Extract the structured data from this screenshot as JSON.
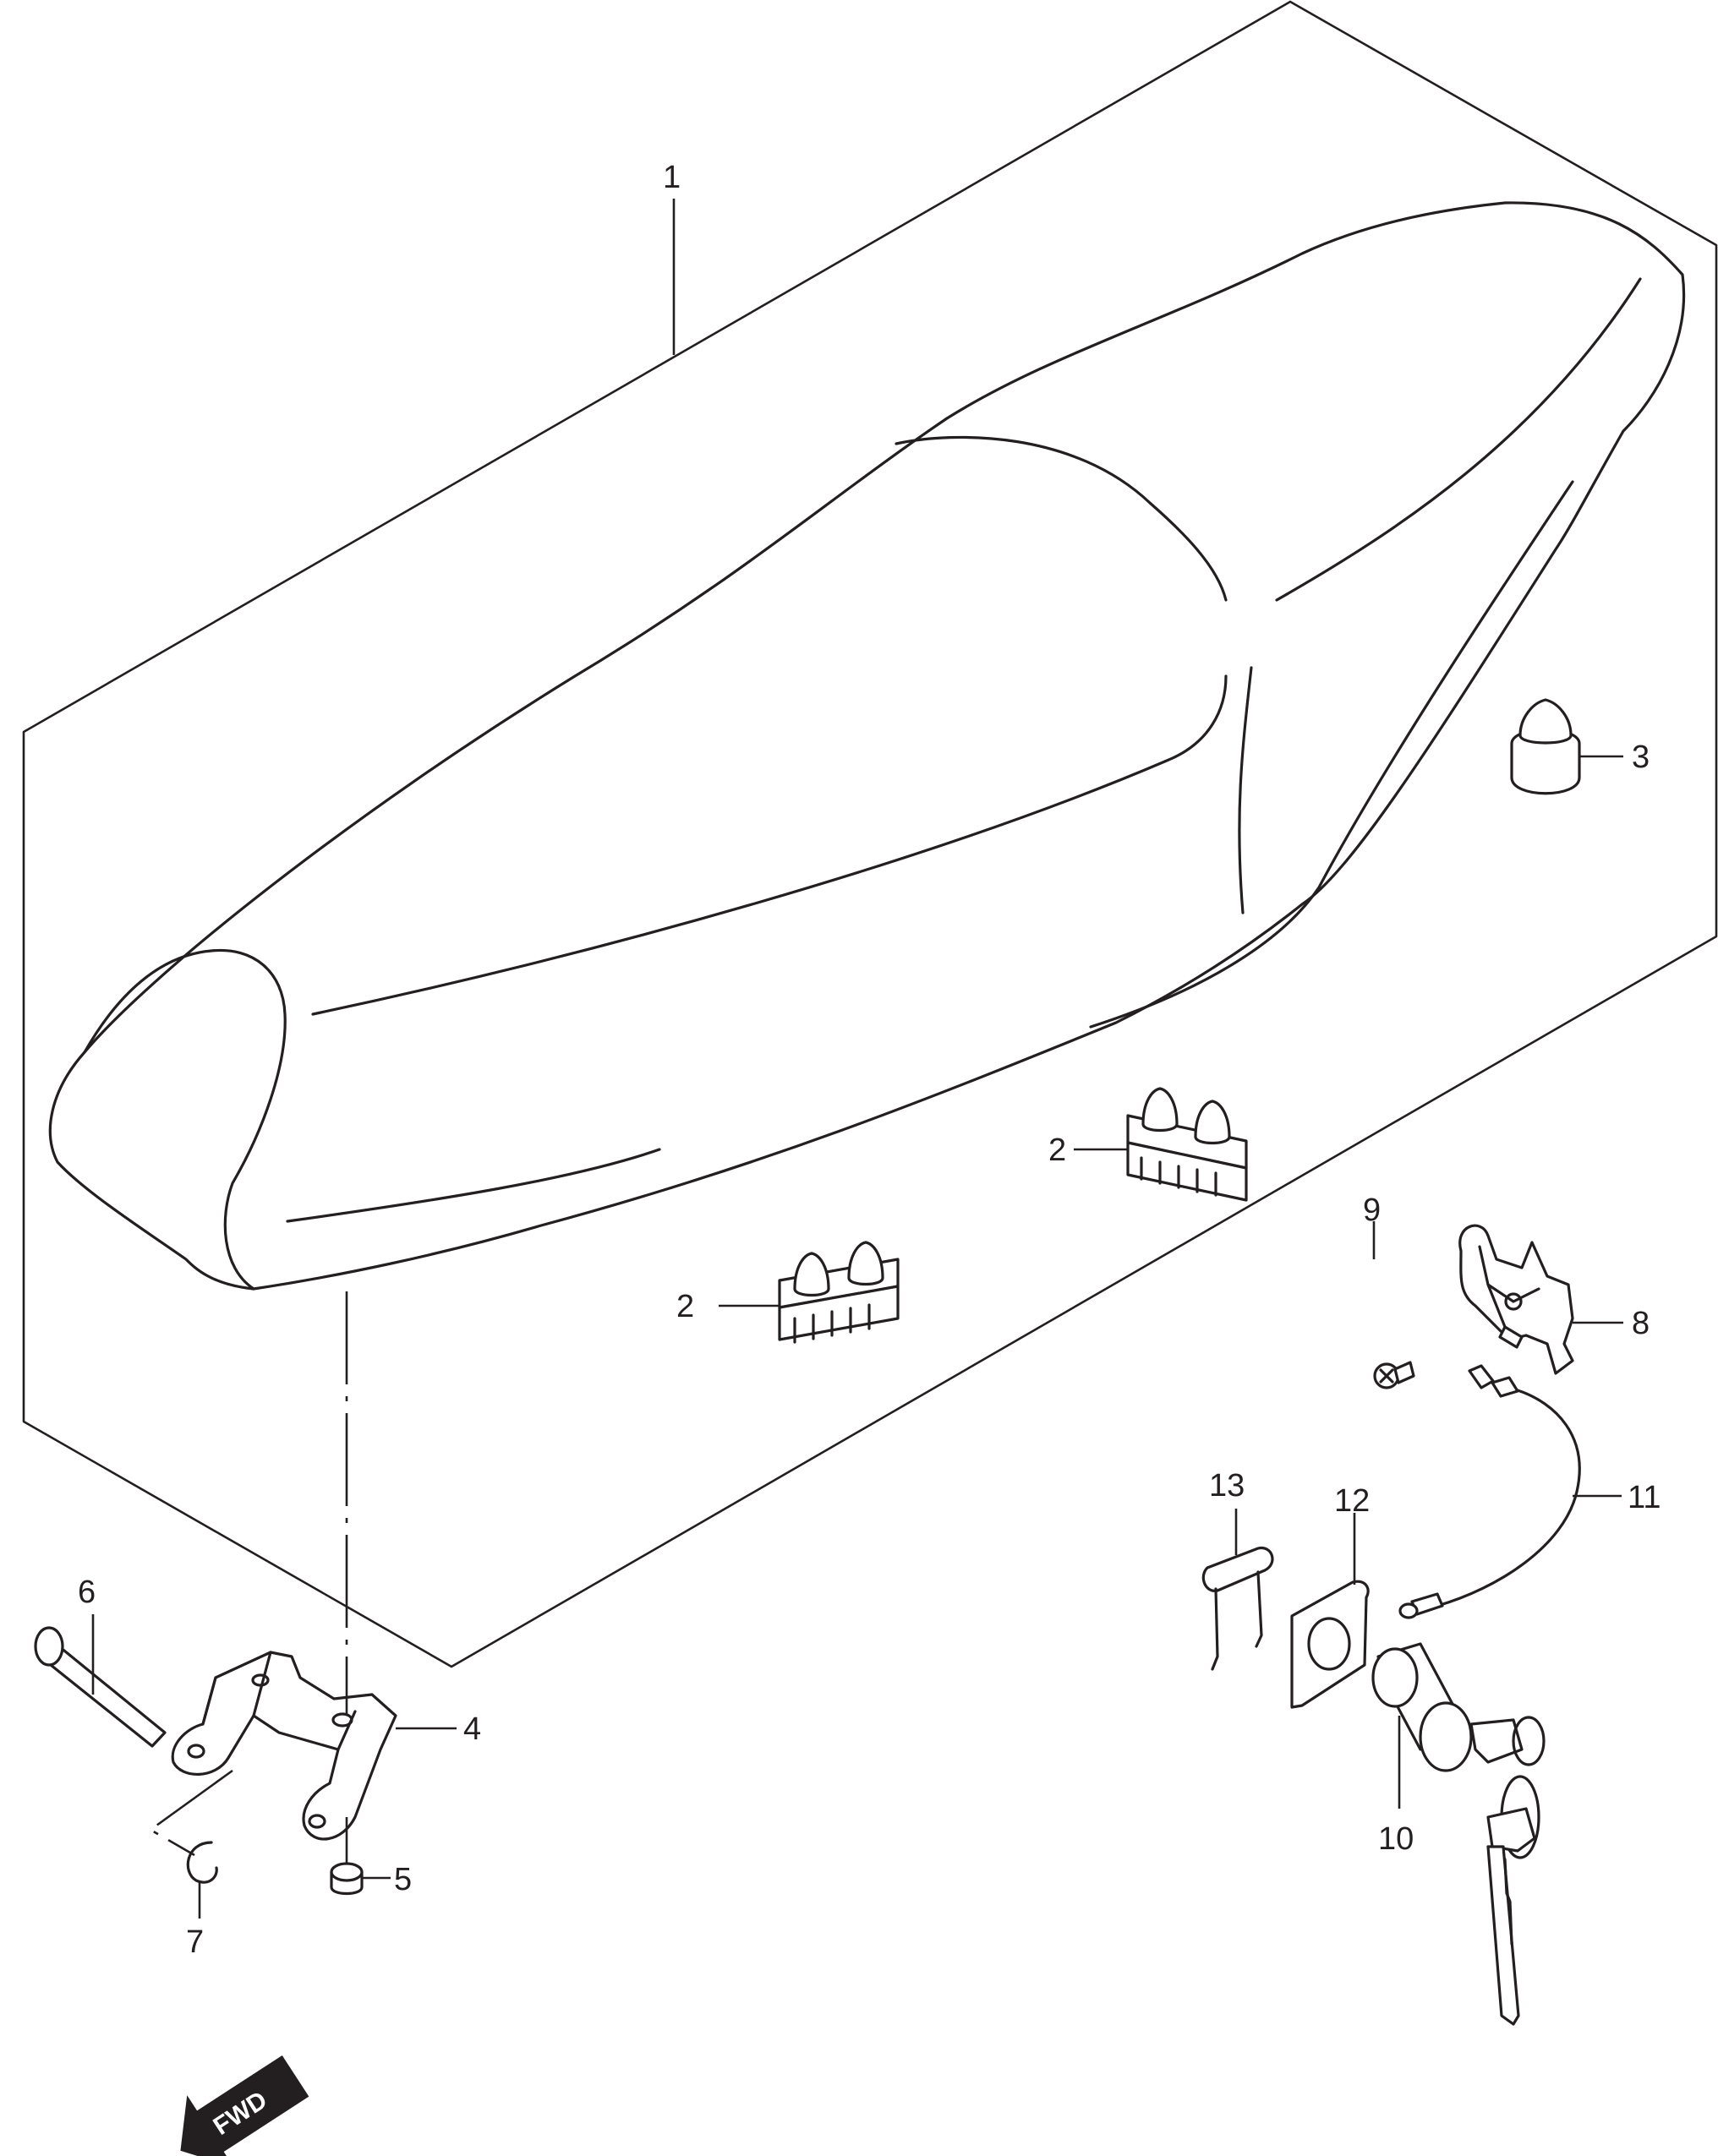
{
  "diagram": {
    "callouts": [
      {
        "id": "p1",
        "label": "1"
      },
      {
        "id": "p2a",
        "label": "2"
      },
      {
        "id": "p2b",
        "label": "2"
      },
      {
        "id": "p3",
        "label": "3"
      },
      {
        "id": "p4",
        "label": "4"
      },
      {
        "id": "p5",
        "label": "5"
      },
      {
        "id": "p6",
        "label": "6"
      },
      {
        "id": "p7",
        "label": "7"
      },
      {
        "id": "p8",
        "label": "8"
      },
      {
        "id": "p9",
        "label": "9"
      },
      {
        "id": "p10",
        "label": "10"
      },
      {
        "id": "p11",
        "label": "11"
      },
      {
        "id": "p12",
        "label": "12"
      },
      {
        "id": "p13",
        "label": "13"
      }
    ],
    "direction_marker": "FWD"
  }
}
